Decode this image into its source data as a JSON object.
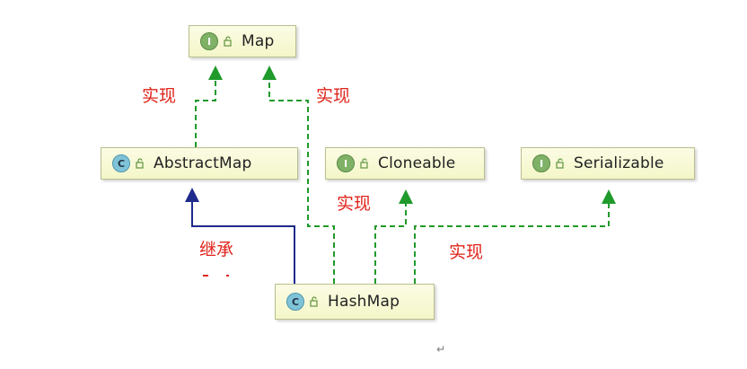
{
  "nodes": {
    "map": {
      "kind": "I",
      "name": "Map"
    },
    "abstract_map": {
      "kind": "C",
      "name": "AbstractMap"
    },
    "cloneable": {
      "kind": "I",
      "name": "Cloneable"
    },
    "serializable": {
      "kind": "I",
      "name": "Serializable"
    },
    "hash_map": {
      "kind": "C",
      "name": "HashMap"
    }
  },
  "labels": {
    "impl_abstract_map": "实现",
    "impl_hash_map_map": "实现",
    "impl_cloneable": "实现",
    "impl_serializable": "实现",
    "extends": "继承"
  },
  "colors": {
    "implements_line": "#1f9a2b",
    "extends_line": "#1f2a8c",
    "label_text": "#e0241b"
  },
  "return_mark": "↵"
}
